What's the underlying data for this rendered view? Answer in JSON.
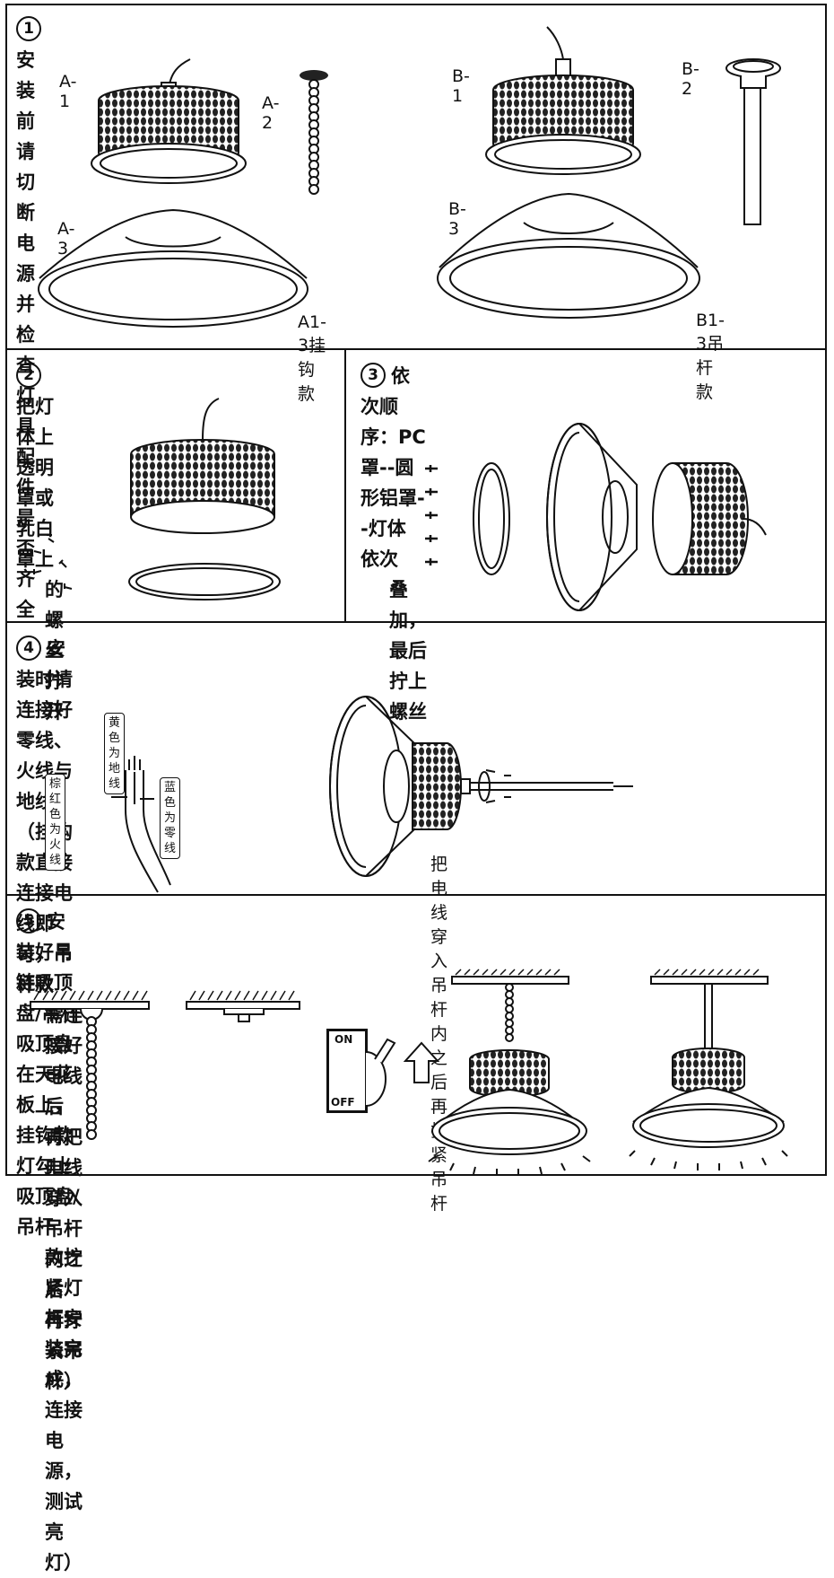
{
  "steps": [
    {
      "num": "1",
      "title": "安装前请切断电源并检查灯具配件是否齐全"
    },
    {
      "num": "2",
      "title_lines": [
        "把灯体上透明罩或乳白罩上",
        "的螺丝拧开"
      ]
    },
    {
      "num": "3",
      "title_lines": [
        "依次顺序：PC罩--圆形铝罩--灯体 依次",
        "叠加，最后拧上螺丝"
      ]
    },
    {
      "num": "4",
      "title_lines": [
        "安装时请连接好零线、火线与地线（挂钩款直接连接电线即可，吊杆款",
        "需连接好电线后 再把电线穿入吊杆内之后 再拧紧吊杆）"
      ]
    },
    {
      "num": "5",
      "title_lines": [
        "安装好吊链吸顶盘/吊杆吸顶盘在天花板上，挂钩款灯勾上吸顶盘/吊杆",
        "款拧紧灯杆安装完成，连接电源，测试亮灯）"
      ]
    }
  ],
  "parts": {
    "a1": "A-1",
    "a2": "A-2",
    "a3": "A-3",
    "b1": "B-1",
    "b2": "B-2",
    "b3": "B-3",
    "caption_a": "A1-3挂钩款",
    "caption_b": "B1-3吊杆款"
  },
  "wiring": {
    "yellow_line1": "黄色",
    "yellow_line2": "为地线",
    "brown_line1": "棕红色",
    "brown_line2": "为火线",
    "blue_line1": "蓝色",
    "blue_line2": "为零线",
    "caption": "把电线穿入吊杆内之后再拧紧吊杆"
  },
  "switch": {
    "on": "ON",
    "off": "OFF"
  }
}
